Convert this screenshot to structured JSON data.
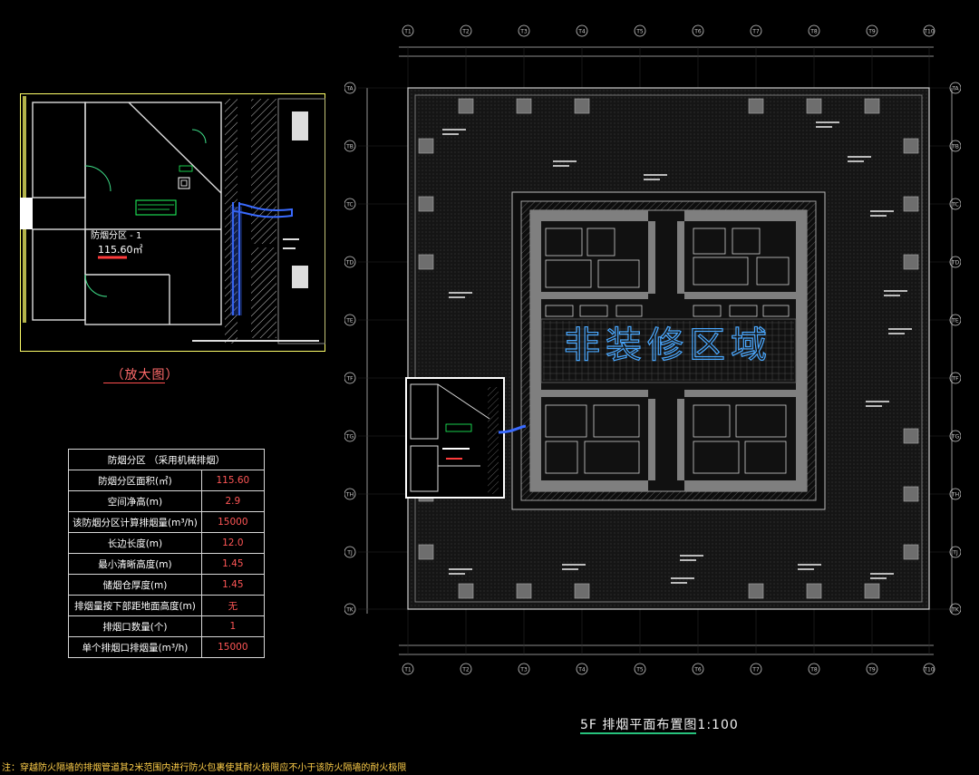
{
  "detail": {
    "caption": "（放大图）",
    "zone_label": "防烟分区 - 1",
    "zone_area": "115.60㎡",
    "colors": {
      "frame": "#ffff6a",
      "wall": "#bdbdbd",
      "duct": "#3a6bff",
      "tag": "#20ff60",
      "label_red": "#ff3b3b"
    }
  },
  "table": {
    "header": "防烟分区 （采用机械排烟）",
    "rows": [
      {
        "label": "防烟分区面积(㎡)",
        "value": "115.60"
      },
      {
        "label": "空间净高(m)",
        "value": "2.9"
      },
      {
        "label": "该防烟分区计算排烟量(m³/h)",
        "value": "15000"
      },
      {
        "label": "长边长度(m)",
        "value": "12.0"
      },
      {
        "label": "最小清晰高度(m)",
        "value": "1.45"
      },
      {
        "label": "储烟仓厚度(m)",
        "value": "1.45"
      },
      {
        "label": "排烟量按下部距地面高度(m)",
        "value": "无"
      },
      {
        "label": "排烟口数量(个)",
        "value": "1"
      },
      {
        "label": "单个排烟口排烟量(m³/h)",
        "value": "15000"
      }
    ]
  },
  "plan": {
    "title": "5F 排烟平面布置图1:100",
    "watermark": "非装修区域",
    "grid_top": [
      "T1",
      "T2",
      "T3",
      "T4",
      "T5",
      "T6",
      "T7",
      "T8",
      "T9",
      "T10"
    ],
    "grid_side": [
      "TA",
      "TB",
      "TC",
      "TD",
      "TE",
      "TF",
      "TG",
      "TH",
      "TJ",
      "TK"
    ],
    "colors": {
      "frame": "#cfcfcf",
      "core": "#9a9a9a",
      "watermark": "#4aa8ff",
      "inset_frame": "#ffffff"
    }
  },
  "footnote": "注：穿越防火隔墙的排烟管道其2米范围内进行防火包裹使其耐火极限应不小于该防火隔墙的耐火极限"
}
